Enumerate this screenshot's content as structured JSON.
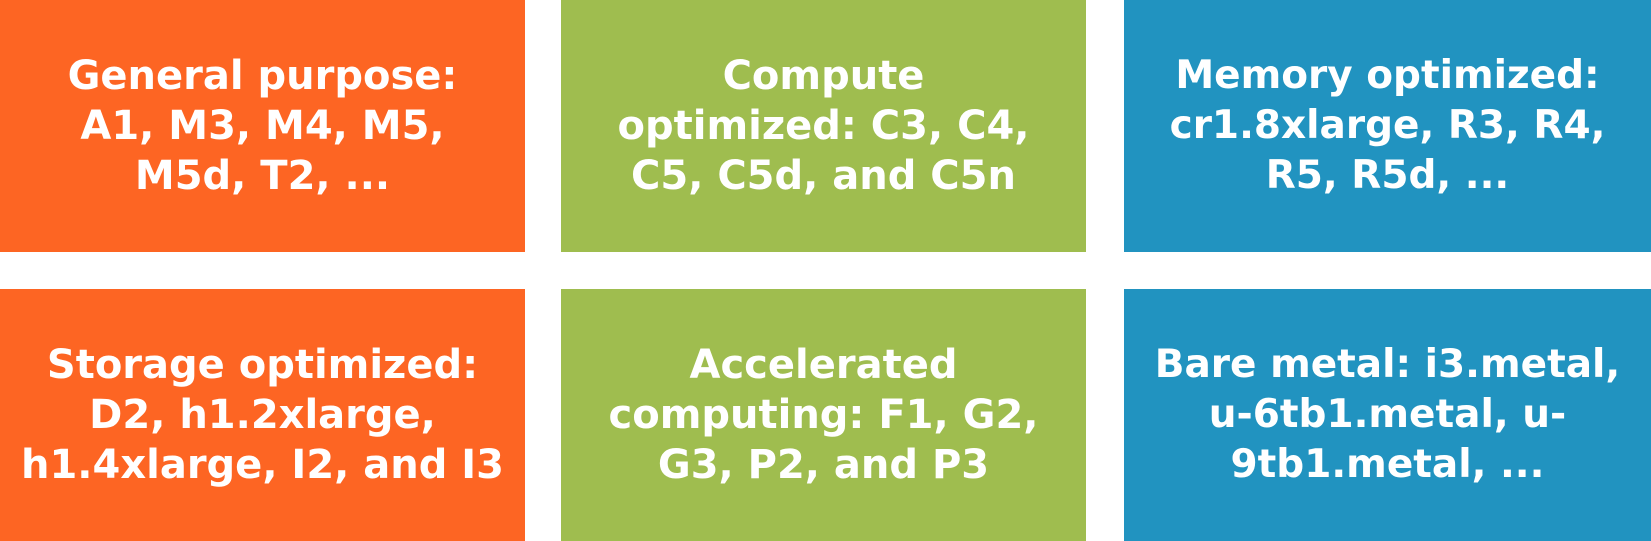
{
  "tiles": {
    "general_purpose": {
      "text": "General purpose:\nA1, M3, M4, M5,\nM5d, T2, ...",
      "color": "#fd6523"
    },
    "compute_optimized": {
      "text": "Compute\noptimized: C3, C4,\nC5, C5d, and C5n",
      "color": "#9fbd4f"
    },
    "memory_optimized": {
      "text": "Memory optimized:\ncr1.8xlarge, R3, R4,\nR5, R5d, ...",
      "color": "#2193c0"
    },
    "storage_optimized": {
      "text": "Storage optimized:\nD2, h1.2xlarge,\nh1.4xlarge, I2, and I3",
      "color": "#fd6523"
    },
    "accelerated_computing": {
      "text": "Accelerated\ncomputing: F1, G2,\nG3, P2, and P3",
      "color": "#9fbd4f"
    },
    "bare_metal": {
      "text": "Bare metal: i3.metal,\nu-6tb1.metal, u-\n9tb1.metal, ...",
      "color": "#2193c0"
    }
  }
}
